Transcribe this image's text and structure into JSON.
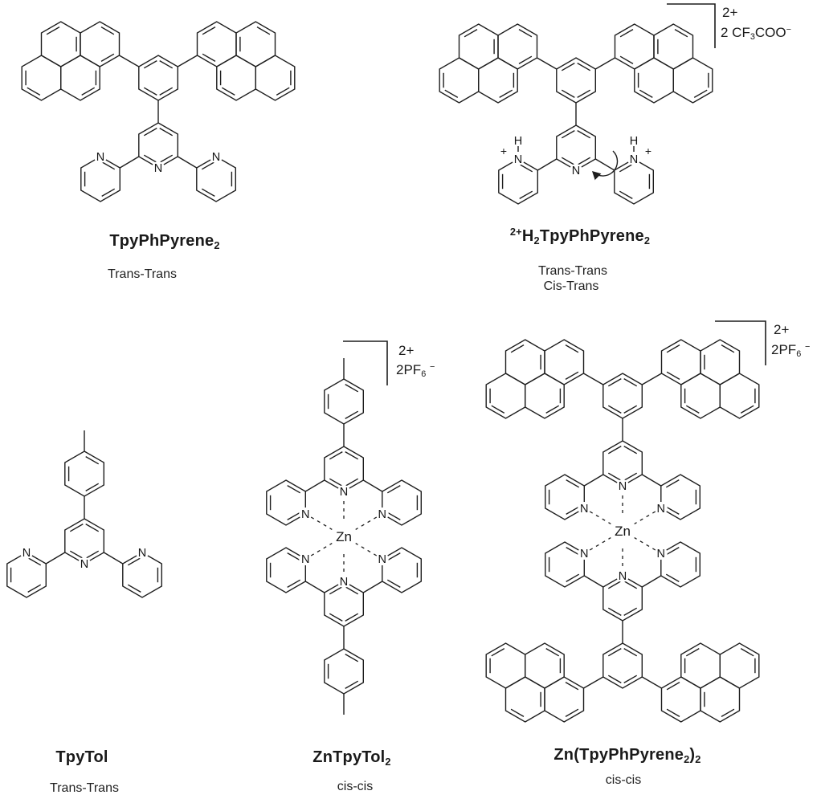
{
  "figure": {
    "background": "#ffffff",
    "ink_color": "#1d1d1d",
    "description": "Chemical structure scheme of terpyridine ligands and zinc complexes"
  },
  "atoms": {
    "nitrogen": "N",
    "zinc": "Zn",
    "hydrogen": "H",
    "plus_charge": "+"
  },
  "molecules": [
    {
      "id": "tpyphpyrene2",
      "name": [
        {
          "v": "TpyPhPyrene"
        },
        {
          "s": "sub",
          "v": "2"
        }
      ],
      "captions": [
        "Trans-Trans"
      ]
    },
    {
      "id": "h2tpyphpyrene2",
      "name": [
        {
          "s": "sup",
          "v": "2+"
        },
        {
          "v": "H"
        },
        {
          "s": "sub",
          "v": "2"
        },
        {
          "v": "TpyPhPyrene"
        },
        {
          "s": "sub",
          "v": "2"
        }
      ],
      "captions": [
        "Trans-Trans",
        "Cis-Trans"
      ],
      "charge": "2+",
      "anion": [
        {
          "v": "2 CF"
        },
        {
          "s": "sub",
          "v": "3"
        },
        {
          "v": "COO"
        },
        {
          "s": "sup",
          "v": "−"
        }
      ]
    },
    {
      "id": "tpytol",
      "name": [
        {
          "v": "TpyTol"
        }
      ],
      "captions": [
        "Trans-Trans"
      ]
    },
    {
      "id": "zntpytol2",
      "name": [
        {
          "v": "ZnTpyTol"
        },
        {
          "s": "sub",
          "v": "2"
        }
      ],
      "captions": [
        "cis-cis"
      ],
      "charge": "2+",
      "anion": [
        {
          "v": "2PF"
        },
        {
          "s": "sub",
          "v": "6"
        },
        {
          "v": " "
        },
        {
          "s": "sup",
          "v": "−"
        }
      ]
    },
    {
      "id": "zntpyphpyrene2",
      "name": [
        {
          "v": "Zn(TpyPhPyrene"
        },
        {
          "s": "sub",
          "v": "2"
        },
        {
          "v": ")"
        },
        {
          "s": "sub",
          "v": "2"
        }
      ],
      "captions": [
        "cis-cis"
      ],
      "charge": "2+",
      "anion": [
        {
          "v": "2PF"
        },
        {
          "s": "sub",
          "v": "6"
        },
        {
          "v": " "
        },
        {
          "s": "sup",
          "v": "−"
        }
      ]
    }
  ]
}
